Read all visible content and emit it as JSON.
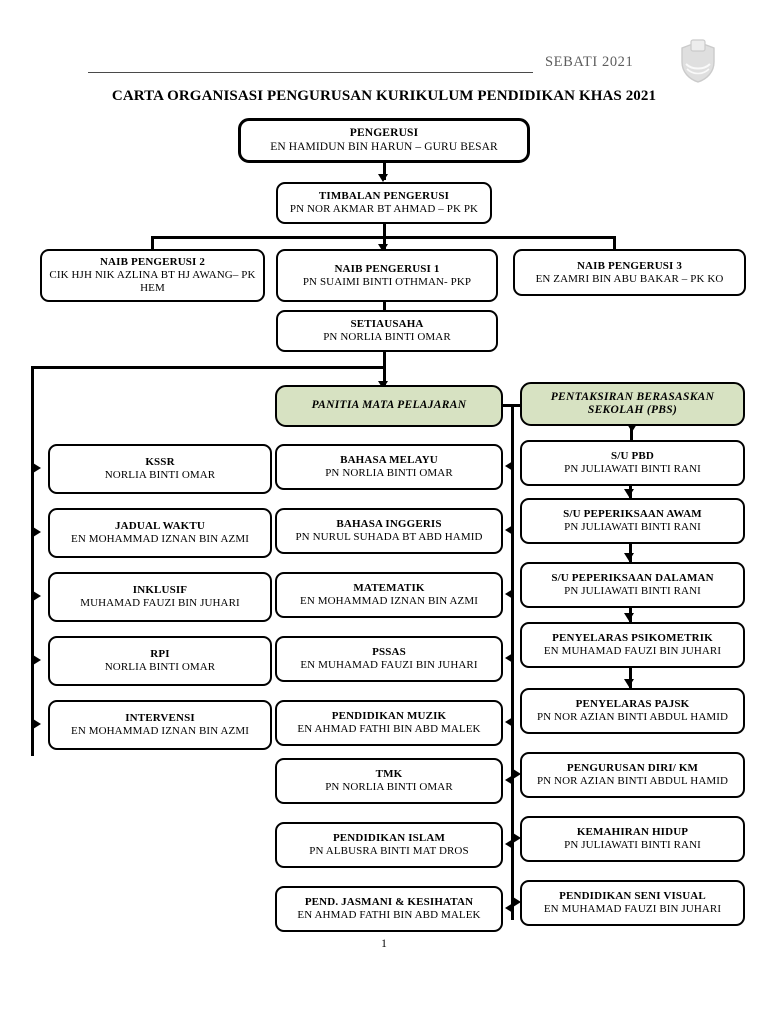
{
  "header": {
    "sebati_label": "SEBATI 2021",
    "logo_icon": "school-crest-icon",
    "doc_title": "CARTA ORGANISASI PENGURUSAN KURIKULUM PENDIDIKAN KHAS 2021"
  },
  "footer": {
    "page_number": "1"
  },
  "colors": {
    "green_fill": "#d7e2c2",
    "border": "#000000",
    "header_text": "#5d5d5d"
  },
  "chart_data": {
    "type": "diagram",
    "title": "CARTA ORGANISASI PENGURUSAN KURIKULUM PENDIDIKAN KHAS 2021"
  },
  "hierarchy": {
    "pengerusi": {
      "title": "PENGERUSI",
      "name": "EN HAMIDUN BIN HARUN – GURU BESAR"
    },
    "timbalan": {
      "title": "TIMBALAN PENGERUSI",
      "name": "PN NOR AKMAR BT AHMAD – PK PK"
    },
    "naib2": {
      "title": "NAIB PENGERUSI 2",
      "name": "CIK HJH NIK AZLINA BT HJ AWANG– PK HEM"
    },
    "naib1": {
      "title": "NAIB PENGERUSI 1",
      "name": "PN SUAIMI BINTI OTHMAN- PKP"
    },
    "naib3": {
      "title": "NAIB PENGERUSI 3",
      "name": "EN ZAMRI BIN ABU BAKAR – PK KO"
    },
    "setiausaha": {
      "title": "SETIAUSAHA",
      "name": "PN NORLIA BINTI OMAR"
    }
  },
  "group_headers": {
    "panitia": "PANITIA MATA PELAJARAN",
    "pbs": "PENTAKSIRAN BERASASKAN SEKOLAH (PBS)"
  },
  "left_column": [
    {
      "title": "KSSR",
      "name": "NORLIA BINTI OMAR"
    },
    {
      "title": "JADUAL WAKTU",
      "name": "EN MOHAMMAD IZNAN BIN AZMI"
    },
    {
      "title": "INKLUSIF",
      "name": "MUHAMAD FAUZI BIN JUHARI"
    },
    {
      "title": "RPI",
      "name": "NORLIA BINTI OMAR"
    },
    {
      "title": "INTERVENSI",
      "name": "EN MOHAMMAD IZNAN BIN AZMI"
    }
  ],
  "middle_column": [
    {
      "title": "BAHASA MELAYU",
      "name": "PN NORLIA BINTI OMAR"
    },
    {
      "title": "BAHASA INGGERIS",
      "name": "PN NURUL SUHADA BT ABD HAMID"
    },
    {
      "title": "MATEMATIK",
      "name": "EN MOHAMMAD IZNAN BIN AZMI"
    },
    {
      "title": "PSSAS",
      "name": "EN MUHAMAD FAUZI BIN JUHARI"
    },
    {
      "title": "PENDIDIKAN MUZIK",
      "name": "EN AHMAD FATHI BIN ABD MALEK"
    },
    {
      "title": "TMK",
      "name": "PN NORLIA BINTI OMAR"
    },
    {
      "title": "PENDIDIKAN ISLAM",
      "name": "PN ALBUSRA BINTI MAT DROS"
    },
    {
      "title": "PEND. JASMANI & KESIHATAN",
      "name": "EN AHMAD FATHI BIN ABD MALEK"
    }
  ],
  "right_column": [
    {
      "title": "S/U PBD",
      "name": "PN JULIAWATI BINTI RANI"
    },
    {
      "title": "S/U PEPERIKSAAN AWAM",
      "name": "PN JULIAWATI BINTI RANI"
    },
    {
      "title": "S/U PEPERIKSAAN DALAMAN",
      "name": "PN JULIAWATI BINTI RANI"
    },
    {
      "title": "PENYELARAS  PSIKOMETRIK",
      "name": "EN MUHAMAD FAUZI BIN JUHARI"
    },
    {
      "title": "PENYELARAS  PAJSK",
      "name": "PN NOR AZIAN BINTI ABDUL HAMID"
    },
    {
      "title": "PENGURUSAN DIRI/ KM",
      "name": "PN NOR AZIAN BINTI ABDUL HAMID"
    },
    {
      "title": "KEMAHIRAN HIDUP",
      "name": "PN JULIAWATI BINTI RANI"
    },
    {
      "title": "PENDIDIKAN SENI VISUAL",
      "name": "EN MUHAMAD FAUZI BIN JUHARI"
    }
  ]
}
